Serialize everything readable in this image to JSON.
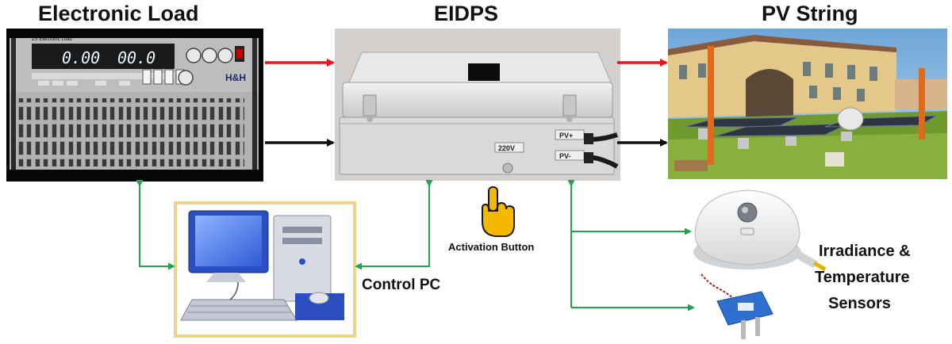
{
  "titles": {
    "electronic_load": "Electronic Load",
    "eidps": "EIDPS",
    "pv_string": "PV String"
  },
  "labels": {
    "control_pc": "Control PC",
    "activation_button": "Activation Button",
    "sensors_line1": "Irradiance &",
    "sensors_line2": "Temperature",
    "sensors_line3": "Sensors"
  },
  "device_text": {
    "load_brand": "H&H",
    "load_header": "ZS Electronic Load",
    "load_display_1": "0.00",
    "load_display_2": "00.0",
    "port_220v": "220V",
    "port_pv_plus": "PV+",
    "port_pv_minus": "PV-"
  },
  "colors": {
    "positive_wire": "#e8131b",
    "negative_wire": "#111111",
    "communication_wire": "#22a54a",
    "hand_icon": "#f5b800",
    "pc_frame": "#e8d48a"
  }
}
